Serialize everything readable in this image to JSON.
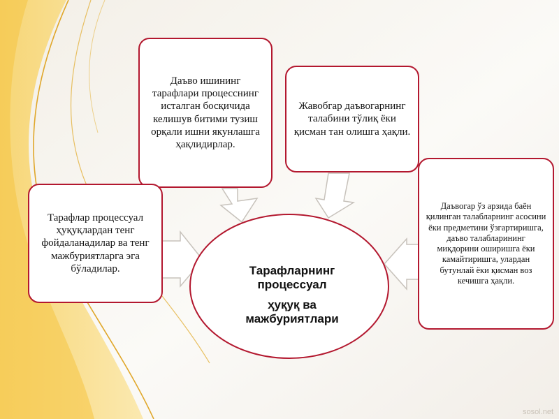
{
  "diagram": {
    "center": {
      "line1": "Тарафларнинг процессуал",
      "line2": "ҳуқуқ ва мажбуриятлари"
    },
    "boxes": {
      "top_left": "Даъво ишининг тарафлари процесснинг исталган босқичида келишув битими тузиш орқали ишни якунлашга ҳақлидирлар.",
      "top_right": "Жавобгар даъвогарнинг талабини тўлиқ ёки қисман тан олишга ҳақли.",
      "left": "Тарафлар процессуал ҳуқуқлардан тенг фойдаланадилар ва тенг мажбуриятларга эга бўладилар.",
      "right": "Даъвогар ўз арзида баён қилинган талабларнинг асосини ёки предметини ўзгартиришга, даъво талабларининг миқдорини оширишга ёки камайтиришга, улардан бутунлай ёки қисман воз кечишга ҳақли."
    },
    "colors": {
      "border": "#b3182f",
      "arrow_fill": "#ffffff",
      "arrow_stroke": "#c7c2bb",
      "background": "#f6f3ee",
      "wave_gold": "#f5c542"
    }
  },
  "watermark": "sosol.net"
}
